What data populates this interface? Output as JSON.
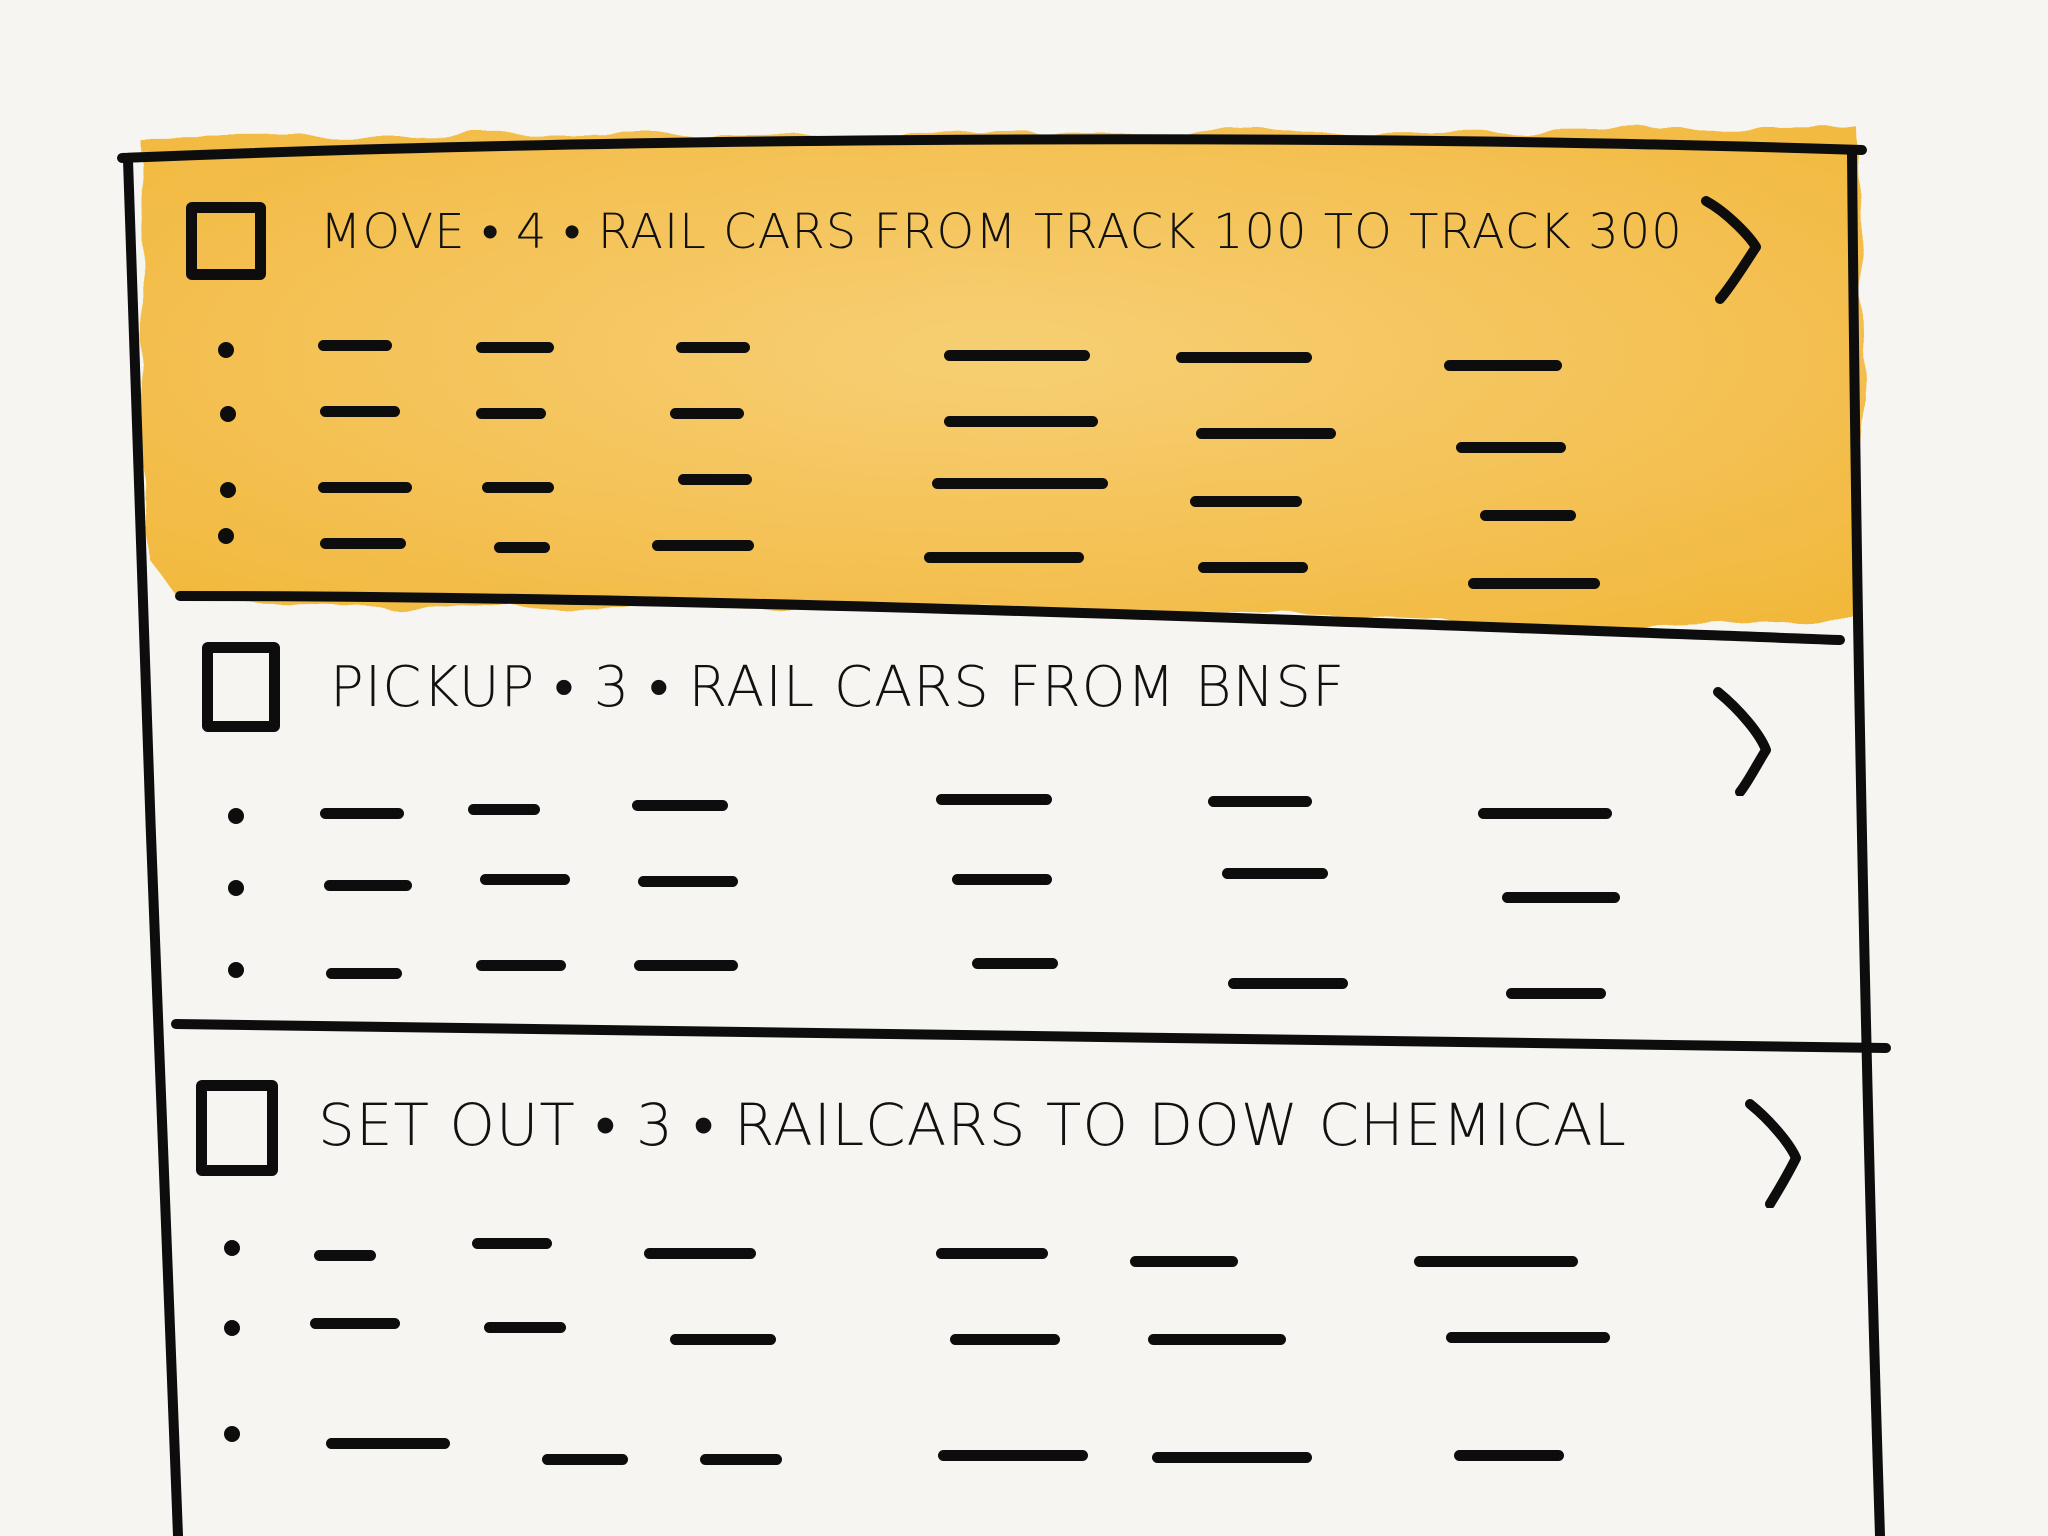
{
  "colors": {
    "paper": "#f6f5f1",
    "ink": "#0d0d0d",
    "highlight": "#f4bd45"
  },
  "tasks": [
    {
      "id": "move",
      "selected": true,
      "checked": false,
      "title": "MOVE • 4 • RAIL CARS FROM TRACK 100 TO TRACK 300",
      "icon": "chevron-right-icon",
      "placeholder_rows": 4
    },
    {
      "id": "pickup",
      "selected": false,
      "checked": false,
      "title": "PICKUP • 3 • RAIL CARS FROM BNSF",
      "icon": "chevron-right-icon",
      "placeholder_rows": 3
    },
    {
      "id": "setout",
      "selected": false,
      "checked": false,
      "title": "SET OUT • 3 • RAILCARS TO DOW CHEMICAL",
      "icon": "chevron-right-icon",
      "placeholder_rows": 3
    }
  ]
}
